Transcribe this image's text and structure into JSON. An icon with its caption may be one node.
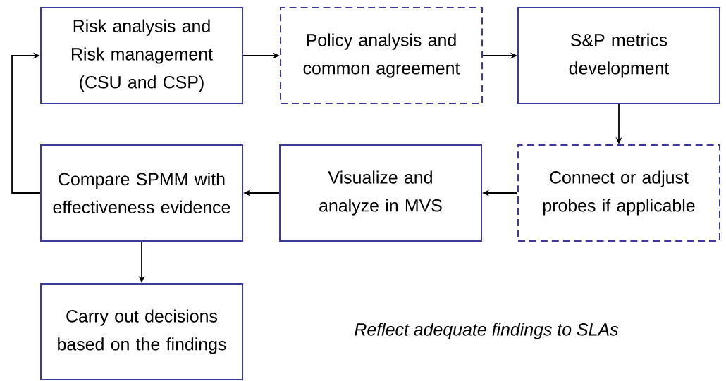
{
  "diagram": {
    "nodes": [
      {
        "text": [
          "Risk analysis and Risk management (CSU and CSP)"
        ]
      },
      {
        "text": [
          "Policy analysis and common agreement"
        ]
      },
      {
        "text": [
          "S&P metrics development"
        ]
      },
      {
        "text": [
          "Connect or adjust probes if applicable"
        ]
      },
      {
        "text": [
          "Visualize and analyze in MVS"
        ]
      },
      {
        "text": [
          "Compare SPMM with effectiveness evidence"
        ]
      },
      {
        "text": [
          "Carry out decisions based on the findings"
        ]
      }
    ],
    "edges": [
      {
        "from": 0,
        "to": 1,
        "arrow": "to"
      },
      {
        "from": 1,
        "to": 2,
        "arrow": "to"
      },
      {
        "from": 2,
        "to": 3,
        "arrow": "to"
      },
      {
        "from": 3,
        "to": 4,
        "arrow": "to"
      },
      {
        "from": 4,
        "to": 5,
        "arrow": "to"
      },
      {
        "from": 5,
        "to": 0,
        "arrow": "to"
      },
      {
        "from": 5,
        "to": 6,
        "arrow": "to"
      }
    ],
    "labels": [
      "Reflect adequate findings to SLAs"
    ]
  }
}
